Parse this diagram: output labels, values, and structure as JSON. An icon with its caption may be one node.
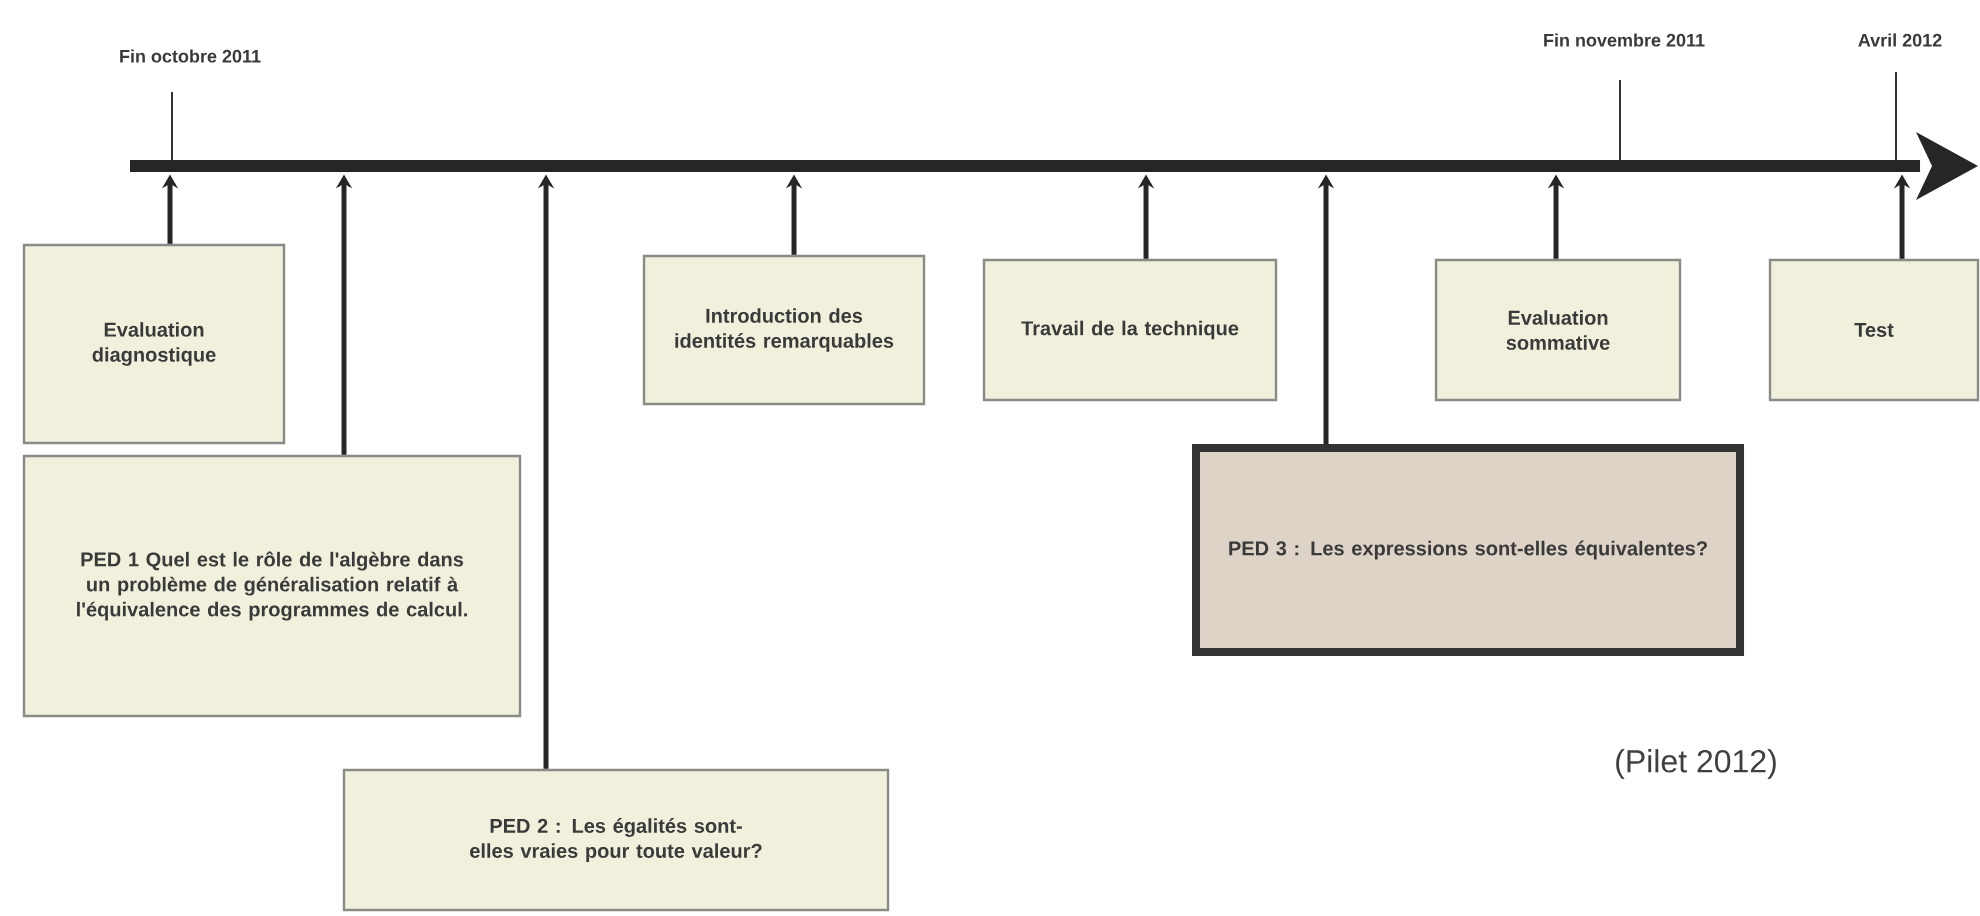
{
  "diagram": {
    "nodes": [
      {
        "text": [],
        "shape": "bar"
      },
      {
        "text": [
          "Evaluation diagnostique"
        ]
      },
      {
        "text": [
          "PED 1 Quel est le rôle de l'algèbre dans un problème de généralisation relatif à l'équivalence des programmes de calcul."
        ]
      },
      {
        "text": [
          "PED 2 : Les égalités sont-elles vraies pour toute valeur?"
        ]
      },
      {
        "text": [
          "Introduction des identités remarquables"
        ]
      },
      {
        "text": [
          "Travail de la technique"
        ]
      },
      {
        "text": [
          "PED 3 : Les expressions sont-elles équivalentes?"
        ]
      },
      {
        "text": [
          "Evaluation sommative"
        ]
      },
      {
        "text": [
          "Test"
        ]
      }
    ],
    "edges": [
      {
        "from": 1,
        "to": 0,
        "arrow": "to"
      },
      {
        "from": 2,
        "to": 0,
        "arrow": "to"
      },
      {
        "from": 3,
        "to": 0,
        "arrow": "to"
      },
      {
        "from": 4,
        "to": 0,
        "arrow": "to"
      },
      {
        "from": 5,
        "to": 0,
        "arrow": "to"
      },
      {
        "from": 6,
        "to": 0,
        "arrow": "to"
      },
      {
        "from": 7,
        "to": 0,
        "arrow": "to"
      },
      {
        "from": 8,
        "to": 0,
        "arrow": "to"
      }
    ],
    "labels": [
      "Fin octobre 2011",
      "Fin novembre 2011",
      "Avril 2012",
      "(Pilet 2012)"
    ]
  }
}
